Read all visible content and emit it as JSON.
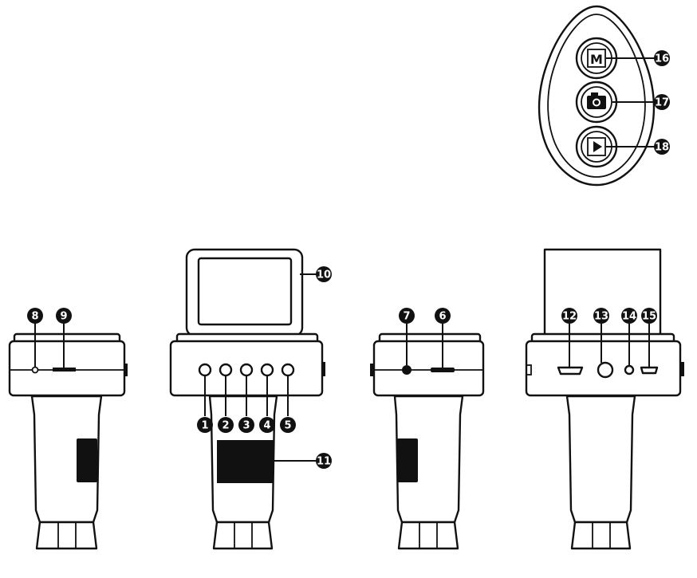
{
  "remote": {
    "buttons": [
      {
        "id": "16",
        "icon": "mode-m-icon",
        "glyph": "M"
      },
      {
        "id": "17",
        "icon": "camera-icon"
      },
      {
        "id": "18",
        "icon": "play-icon"
      }
    ]
  },
  "views": {
    "left_side": {
      "callouts": [
        "8",
        "9"
      ]
    },
    "front": {
      "callouts": [
        "1",
        "2",
        "3",
        "4",
        "5",
        "10",
        "11"
      ]
    },
    "right_side": {
      "callouts": [
        "7",
        "6"
      ]
    },
    "back": {
      "callouts": [
        "12",
        "13",
        "14",
        "15"
      ]
    }
  },
  "colors": {
    "line": "#111111",
    "marker": "#111111",
    "background": "#ffffff"
  }
}
